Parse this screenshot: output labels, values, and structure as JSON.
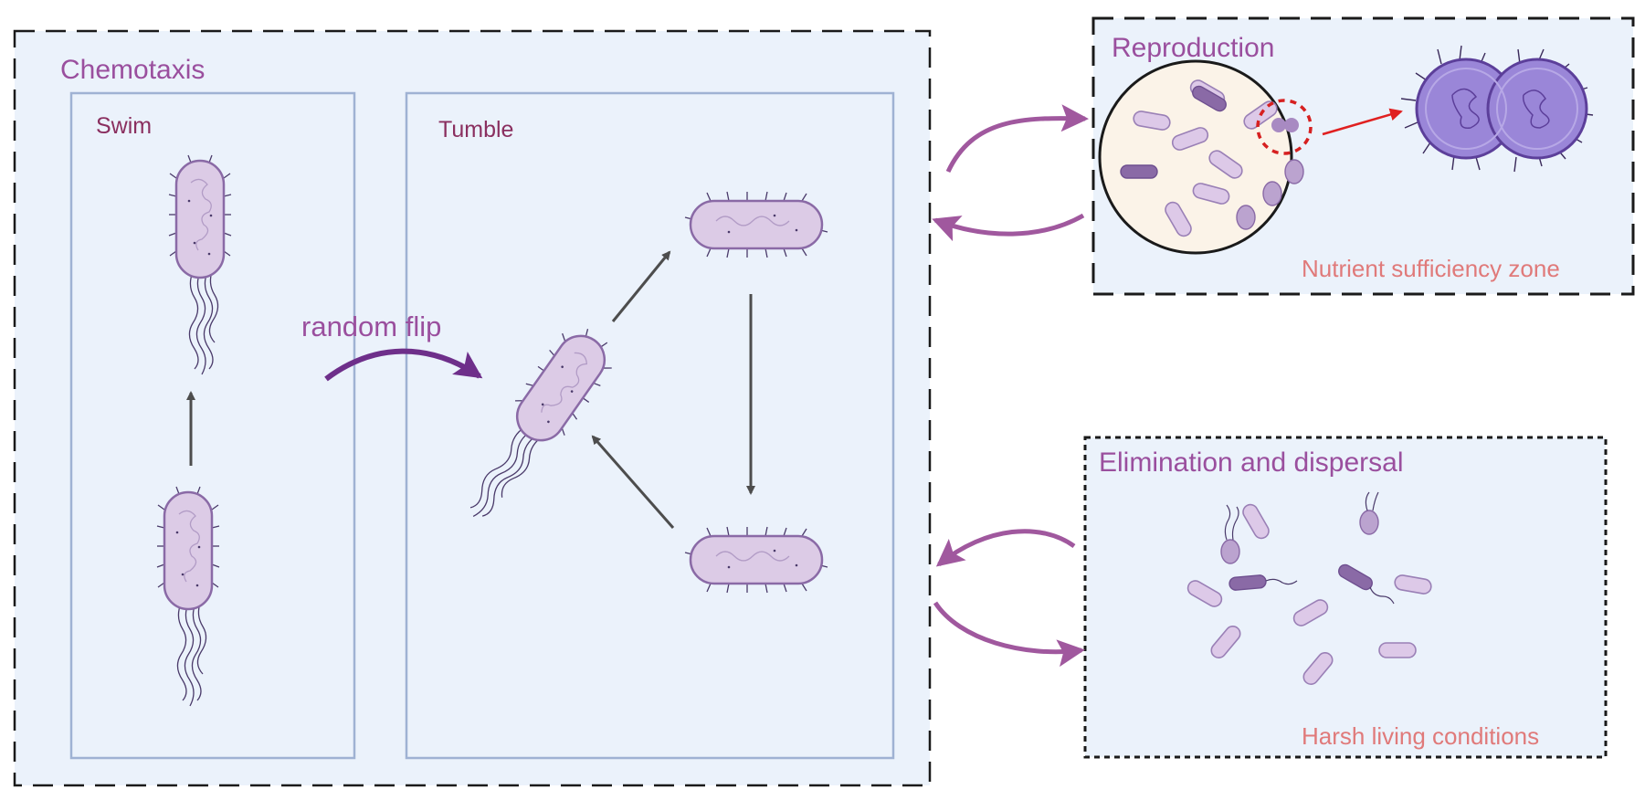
{
  "colors": {
    "panel_fill": "#ebf2fb",
    "panel_border": "#9fb2d3",
    "dashed_border": "#1a1a1a",
    "title": "#9a4f9e",
    "subtitle": "#8a2f5f",
    "zone_text": "#e07a7a",
    "bacterium_body": "#dccbe6",
    "bacterium_outline": "#8a6aa6",
    "flagella": "#4a3a6a",
    "arrow_gray": "#4d4d4d",
    "arrow_purple": "#a0589e",
    "arrow_dark_purple": "#6e2f8a",
    "arrow_red": "#e02020",
    "dash_red": "#d62020",
    "dividing_cell": "#9a86d8"
  },
  "chemotaxis": {
    "title": "Chemotaxis",
    "swim_label": "Swim",
    "tumble_label": "Tumble",
    "flip_label": "random flip"
  },
  "reproduction": {
    "title": "Reproduction",
    "zone_label": "Nutrient sufficiency zone"
  },
  "elimination": {
    "title": "Elimination and dispersal",
    "zone_label": "Harsh living conditions"
  }
}
